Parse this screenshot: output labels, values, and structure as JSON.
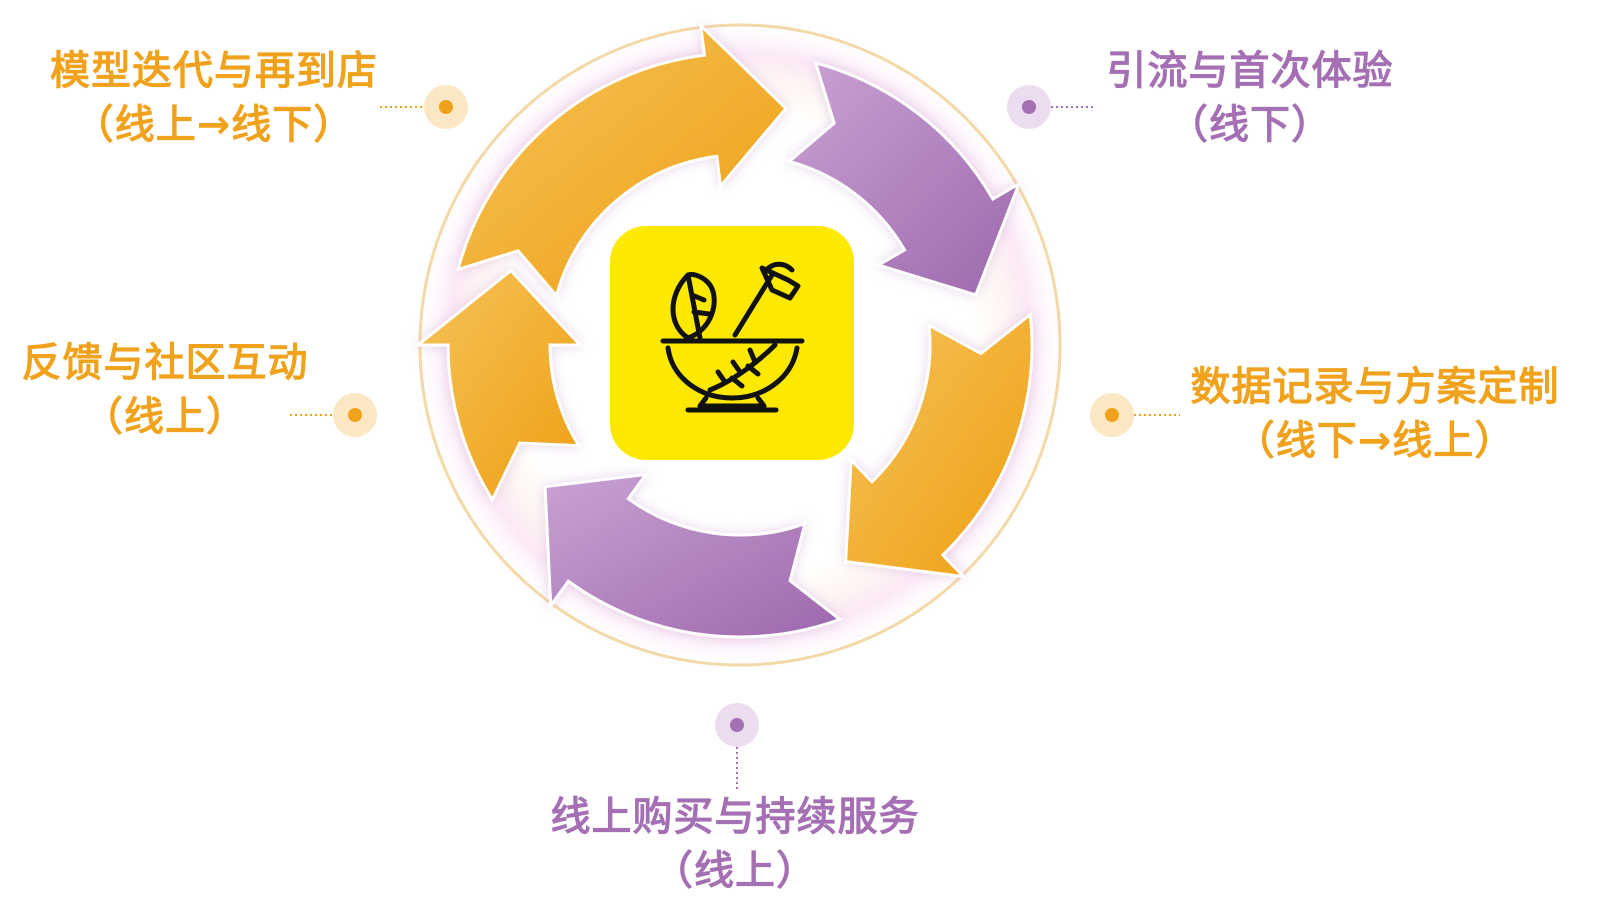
{
  "stages": {
    "top_left": {
      "title": "模型迭代与再到店",
      "mode": "（线上→线下）"
    },
    "top_right": {
      "title": "引流与首次体验",
      "mode": "（线下）"
    },
    "mid_left": {
      "title": "反馈与社区互动",
      "mode": "（线上）"
    },
    "mid_right": {
      "title": "数据记录与方案定制",
      "mode": "（线下→线上）"
    },
    "bottom": {
      "title": "线上购买与持续服务",
      "mode": "（线上）"
    }
  },
  "colors": {
    "orange": "#f0a21c",
    "orange_light": "#f6c35a",
    "purple": "#a56fb4",
    "purple_light": "#c9a2d3",
    "center_bg": "#fde800",
    "icon_stroke": "#111111"
  },
  "center_icon": "mortar-pestle-herb-icon"
}
